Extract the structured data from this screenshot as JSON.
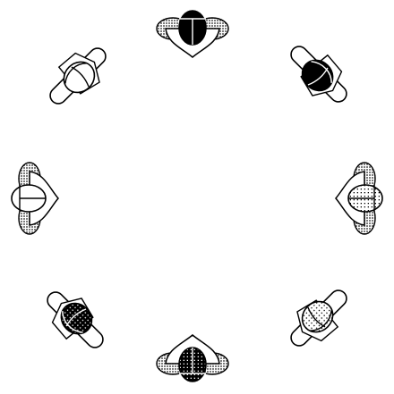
{
  "figures": [
    {
      "name": "figure-top",
      "fill": "black"
    },
    {
      "name": "figure-top-right",
      "fill": "black"
    },
    {
      "name": "figure-right",
      "fill": "dots"
    },
    {
      "name": "figure-bottom-right",
      "fill": "dots"
    },
    {
      "name": "figure-bottom",
      "fill": "black-dots"
    },
    {
      "name": "figure-bottom-left",
      "fill": "black-dots"
    },
    {
      "name": "figure-left",
      "fill": "white"
    },
    {
      "name": "figure-top-left",
      "fill": "white"
    }
  ],
  "colors": {
    "background": "#ffffff",
    "outline": "#000000",
    "black": "#000000",
    "white": "#ffffff",
    "hatch": "#8a8a8a"
  }
}
